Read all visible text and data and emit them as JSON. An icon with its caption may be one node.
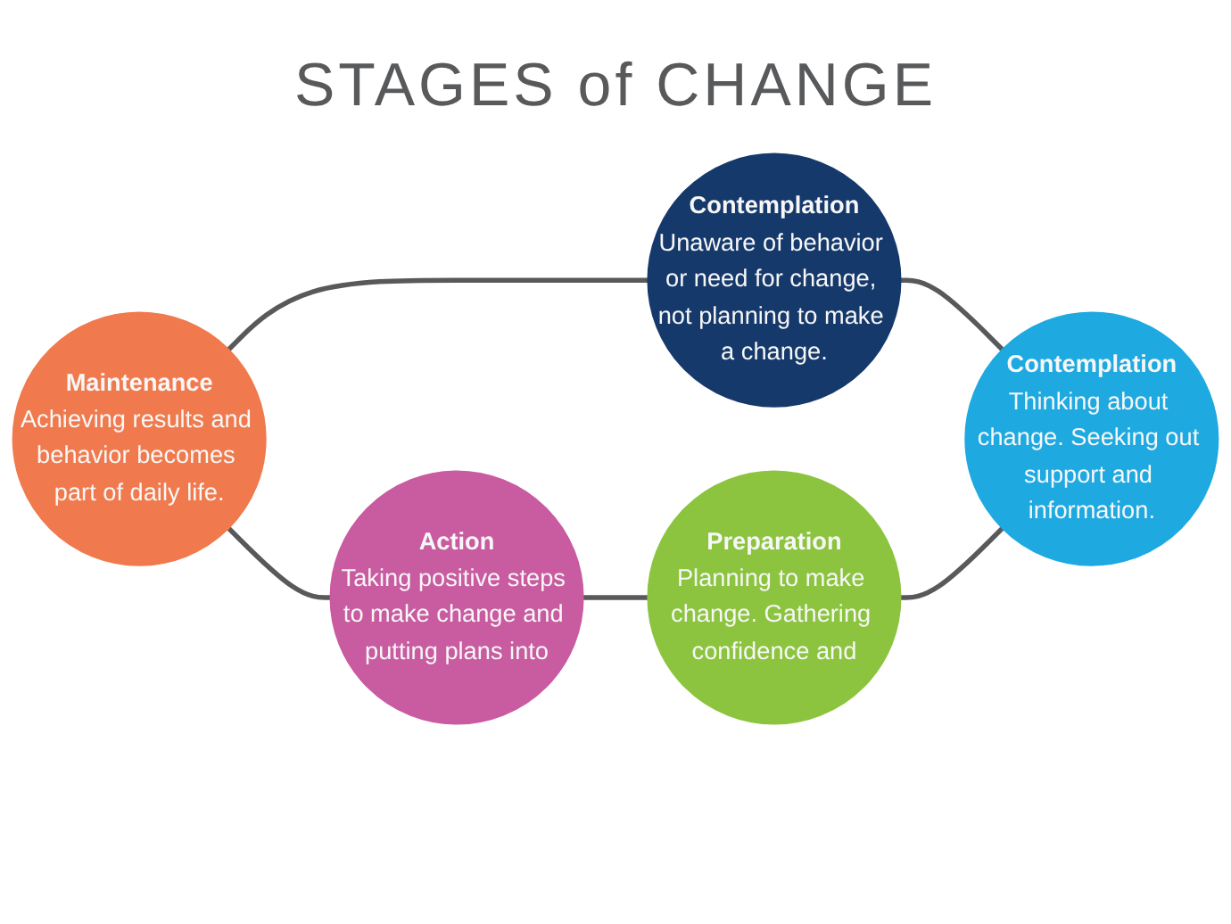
{
  "diagram": {
    "title": "STAGES of CHANGE",
    "nodes": [
      {
        "text": [
          "Contemplation",
          "Unaware of behavior or need for change, not planning to make a change."
        ]
      },
      {
        "text": [
          "Maintenance",
          "Achieving results and behavior becomes part of daily life."
        ]
      },
      {
        "text": [
          "Contemplation",
          "Thinking about change. Seeking out support and information."
        ]
      },
      {
        "text": [
          "Action",
          "Taking positive steps to make change and putting plans into"
        ]
      },
      {
        "text": [
          "Preparation",
          "Planning to make change. Gathering confidence and"
        ]
      }
    ],
    "edges": [
      {
        "from": 0,
        "to": 2,
        "arrow": "none"
      },
      {
        "from": 4,
        "to": 2,
        "arrow": "none"
      },
      {
        "from": 3,
        "to": 4,
        "arrow": "none"
      },
      {
        "from": 1,
        "to": 3,
        "arrow": "none"
      },
      {
        "from": 1,
        "to": 0,
        "arrow": "none"
      }
    ]
  }
}
